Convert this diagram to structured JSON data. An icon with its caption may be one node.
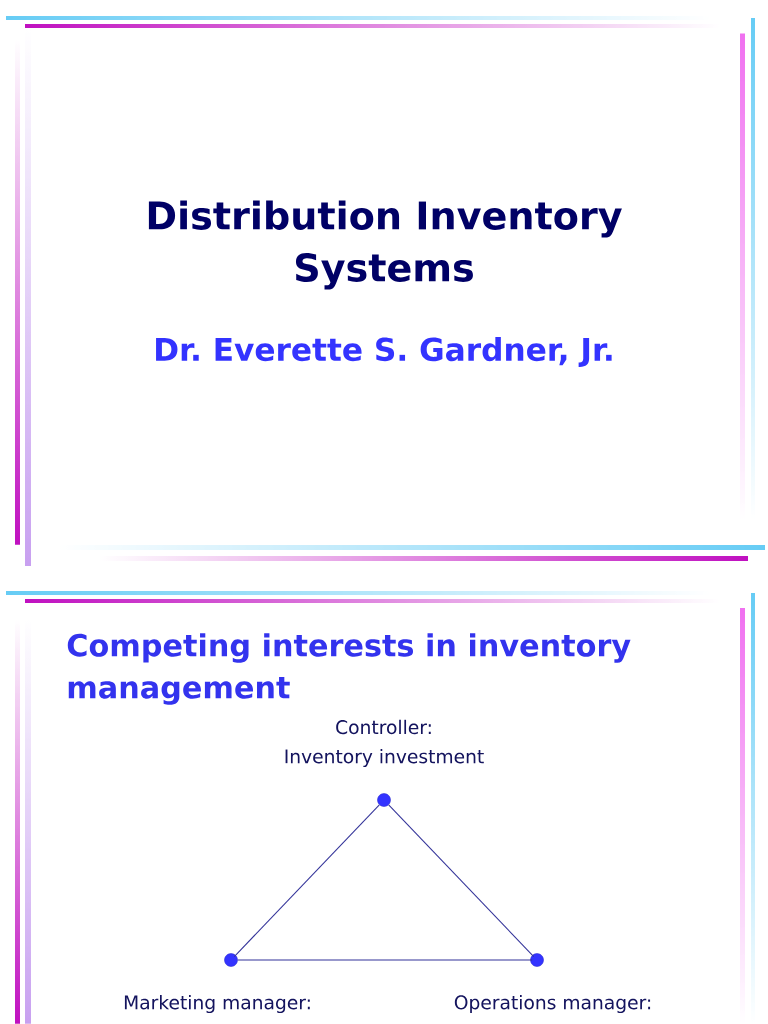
{
  "diagram": {
    "title": "Distribution Inventory Systems",
    "nodes": [
      {
        "text": [],
        "shape": "circle",
        "beside": [
          "Controller:",
          "Inventory investment"
        ]
      },
      {
        "text": [],
        "shape": "circle",
        "beside": [
          "Marketing manager:"
        ]
      },
      {
        "text": [],
        "shape": "circle",
        "beside": [
          "Operations manager:"
        ]
      }
    ],
    "edges": [
      {
        "from": 0,
        "to": 1,
        "arrow": "none"
      },
      {
        "from": 0,
        "to": 2,
        "arrow": "none"
      },
      {
        "from": 1,
        "to": 2,
        "arrow": "none"
      }
    ],
    "labels": [
      "Dr. Everette S. Gardner, Jr.",
      "Competing interests in inventory management"
    ]
  }
}
